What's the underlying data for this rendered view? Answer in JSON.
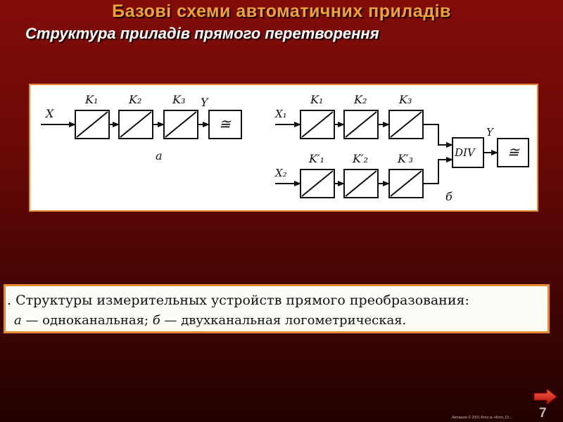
{
  "slide": {
    "title": "Базові схеми автоматичних  приладів",
    "subtitle": "Структура приладів прямого перетворення",
    "page_number": "7",
    "footer": "Автомати © 2001 Фото м.+Фото_DI…"
  },
  "diagram_a": {
    "input": "X",
    "blocks": [
      "K₁",
      "K₂",
      "K₃"
    ],
    "output": "Y",
    "indicator": "≅",
    "label": "а"
  },
  "diagram_b": {
    "channel1": {
      "input": "X₁",
      "blocks": [
        "K₁",
        "K₂",
        "K₃"
      ]
    },
    "channel2": {
      "input": "X₂",
      "blocks": [
        "K′₁",
        "K′₂",
        "K′₃"
      ]
    },
    "divider": "DIV",
    "output": "Y",
    "indicator": "≅",
    "label": "б"
  },
  "caption": {
    "line1": ". Структуры измерительных устройств прямого преобразования:",
    "line2_a": "а",
    "line2_a_text": " — одноканальная; ",
    "line2_b": "б",
    "line2_b_text": " — двухканальная логометрическая."
  },
  "colors": {
    "title": "#f0a23a",
    "frame_border": "#e8892e",
    "background_top": "#820d08",
    "background_bottom": "#220201"
  },
  "icons": {
    "next_slide": "arrow-right-icon"
  }
}
